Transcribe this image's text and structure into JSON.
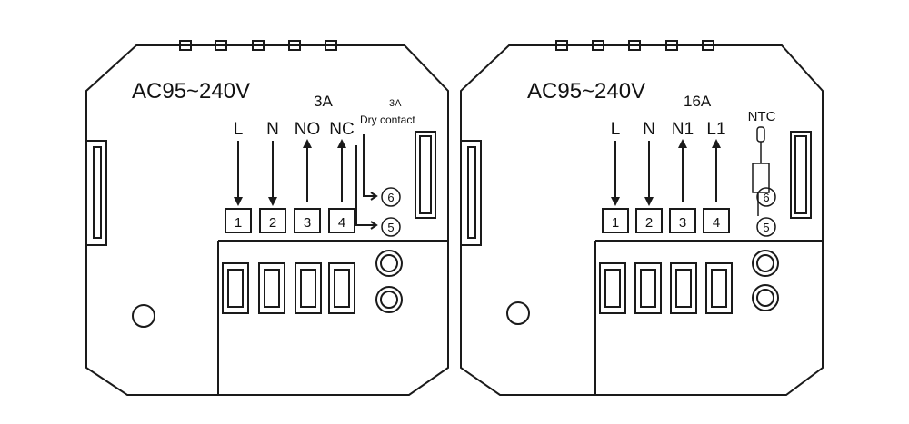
{
  "panels": [
    {
      "voltage": "AC95~240V",
      "current": "3A",
      "aux_current": "3A",
      "aux_label": "Dry contact",
      "terminal_labels": [
        "L",
        "N",
        "NO",
        "NC"
      ],
      "terminal_numbers": [
        "1",
        "2",
        "3",
        "4"
      ],
      "aux_numbers": [
        "6",
        "5"
      ]
    },
    {
      "voltage": "AC95~240V",
      "current": "16A",
      "sensor_label": "NTC",
      "terminal_labels": [
        "L",
        "N",
        "N1",
        "L1"
      ],
      "terminal_numbers": [
        "1",
        "2",
        "3",
        "4"
      ],
      "aux_numbers": [
        "6",
        "5"
      ]
    }
  ],
  "colors": {
    "line": "#1a1a1a",
    "background": "#ffffff"
  }
}
